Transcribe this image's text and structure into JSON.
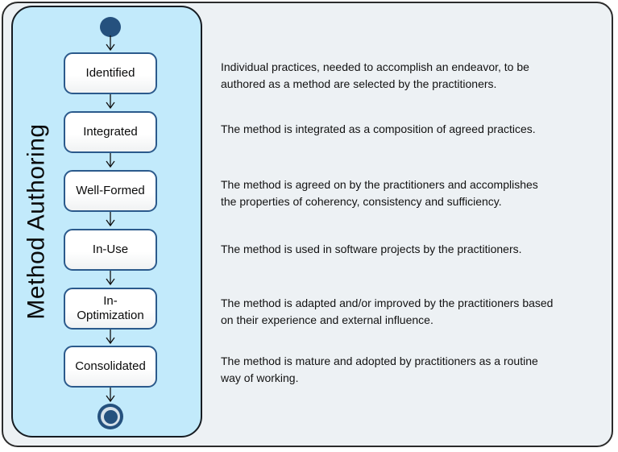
{
  "diagram": {
    "title": "Method Authoring",
    "type": "uml-state-machine",
    "states": [
      {
        "label": "Identified",
        "description": "Individual practices, needed to accomplish an endeavor, to be\nauthored as a method are selected by the practitioners."
      },
      {
        "label": "Integrated",
        "description": "The method is integrated as a composition of agreed practices."
      },
      {
        "label": "Well-Formed",
        "description": "The method is agreed on by the practitioners and accomplishes\nthe properties of coherency, consistency and sufficiency."
      },
      {
        "label": "In-Use",
        "description": "The method is used in software projects by the practitioners."
      },
      {
        "label": "In-\nOptimization",
        "description": "The method is adapted and/or improved by the practitioners based\non their experience and external influence."
      },
      {
        "label": "Consolidated",
        "description": "The method is mature and adopted by practitioners as a routine\nway of working."
      }
    ],
    "colors": {
      "panel_fill": "#c2eafb",
      "panel_border": "#161c22",
      "frame_fill": "#edf1f4",
      "frame_border": "#2b2b2b",
      "state_border": "#2b5a8c",
      "state_fill": "#ffffff",
      "node_fill": "#25517e",
      "final_ring_gap": "#d5e0e9",
      "text": "#111111"
    }
  }
}
